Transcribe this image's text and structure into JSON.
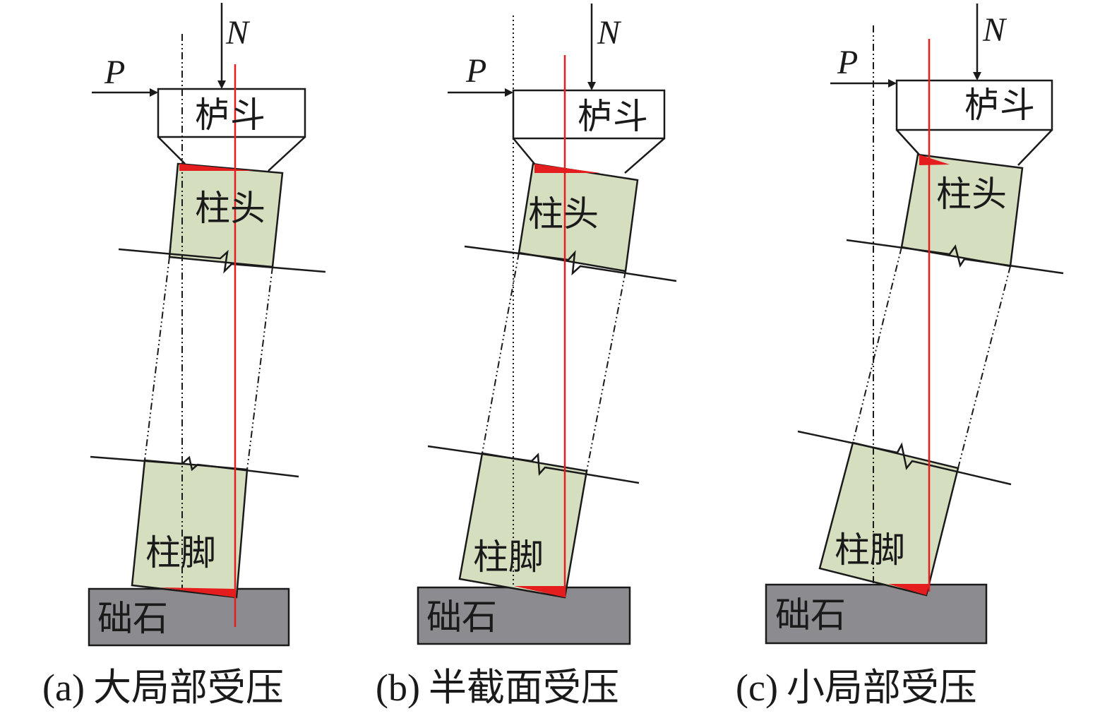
{
  "colors": {
    "column_fill": "#d5dfc0",
    "plinth_fill": "#8c8c90",
    "stress_red": "#e41e1e",
    "line": "#1a1a1a"
  },
  "force_labels": {
    "vertical": "N",
    "horizontal": "P"
  },
  "part_labels": {
    "bracket": "栌斗",
    "column_head": "柱头",
    "column_foot": "柱脚",
    "plinth": "础石"
  },
  "panels": [
    {
      "id": "a",
      "caption_prefix": "(a)",
      "caption_text": "大局部受压"
    },
    {
      "id": "b",
      "caption_prefix": "(b)",
      "caption_text": "半截面受压"
    },
    {
      "id": "c",
      "caption_prefix": "(c)",
      "caption_text": "小局部受压"
    }
  ]
}
